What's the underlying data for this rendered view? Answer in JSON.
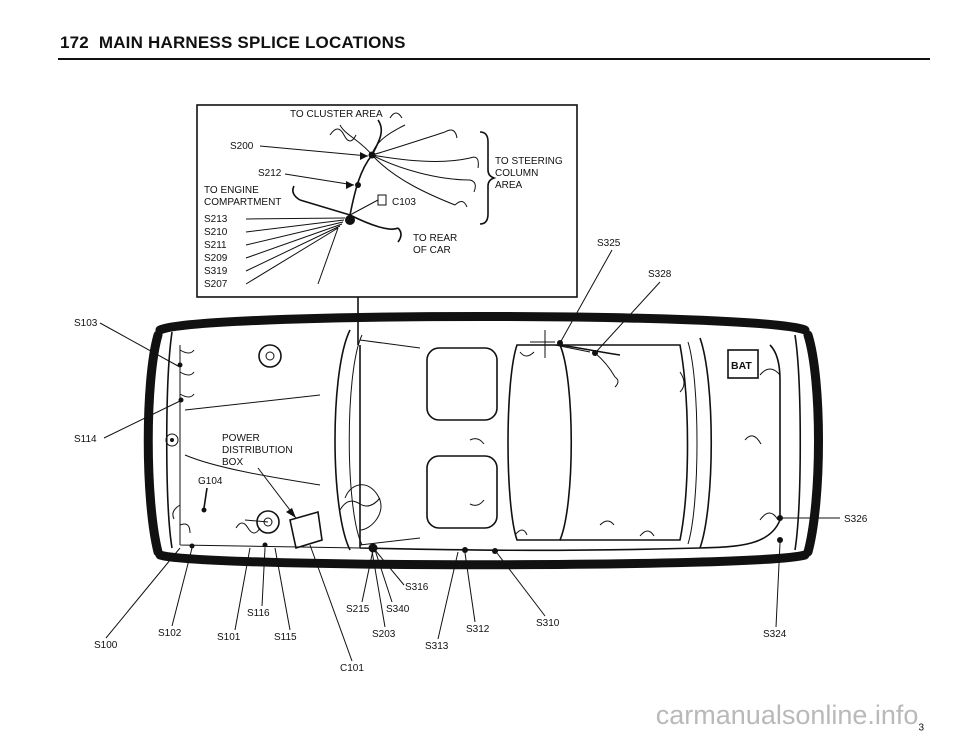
{
  "header": {
    "page_number": "172",
    "title": "MAIN HARNESS SPLICE LOCATIONS"
  },
  "inset": {
    "top_label": "TO CLUSTER AREA",
    "steering_lines": [
      "TO STEERING",
      "COLUMN",
      "AREA"
    ],
    "engine_lines": [
      "TO ENGINE",
      "COMPARTMENT"
    ],
    "rear_lines": [
      "TO REAR",
      "OF CAR"
    ],
    "s200": "S200",
    "s212": "S212",
    "c103": "C103",
    "splice_list": [
      "S213",
      "S210",
      "S211",
      "S209",
      "S319",
      "S207"
    ]
  },
  "car": {
    "bat_label": "BAT",
    "pdb_lines": [
      "POWER",
      "DISTRIBUTION",
      "BOX"
    ],
    "g104": "G104"
  },
  "callouts": {
    "s103": "S103",
    "s114": "S114",
    "s325": "S325",
    "s328": "S328",
    "s326": "S326",
    "s316": "S316",
    "s215": "S215",
    "s340": "S340",
    "s116": "S116",
    "s310": "S310",
    "s312": "S312",
    "s324": "S324",
    "s102": "S102",
    "s101": "S101",
    "s115": "S115",
    "s203": "S203",
    "s100": "S100",
    "s313": "S313",
    "c101": "C101"
  },
  "footer": {
    "watermark": "carmanualsonline.info",
    "corner_mark": "3"
  }
}
